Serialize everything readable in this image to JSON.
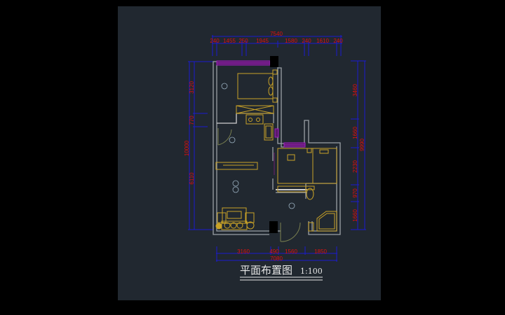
{
  "drawing": {
    "title": "平面布置图",
    "scale": "1:100",
    "colors": {
      "background": "#212830",
      "dimension_line": "#1a1ad0",
      "dimension_text": "#e01010",
      "wall": "#9aa0a6",
      "furniture": "#c9a227",
      "window": "#a020c0",
      "column": "#000000"
    }
  },
  "dimensions": {
    "top": {
      "total": "7540",
      "segments": [
        "240",
        "1455",
        "250",
        "1945",
        "1580",
        "240",
        "1610",
        "240"
      ]
    },
    "left": {
      "total": "10000",
      "segments": [
        "3120",
        "770",
        "6110"
      ]
    },
    "right": {
      "total": "9990",
      "segments": [
        "3460",
        "1660",
        "2230",
        "970",
        "1660"
      ]
    },
    "bottom": {
      "total": "7080",
      "segments": [
        "3160",
        "490",
        "1560",
        "1850"
      ]
    }
  }
}
